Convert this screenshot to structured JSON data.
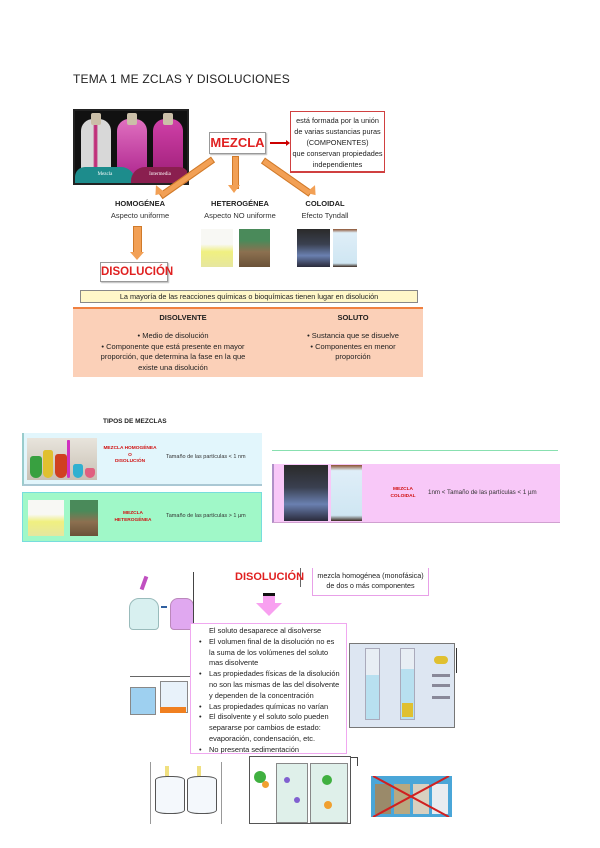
{
  "title": "TEMA 1 ME ZCLAS Y DISOLUCIONES",
  "concept_map": {
    "top_image": {
      "icon": "bottles-image",
      "labels": [
        "Mezcla",
        "Intermedia"
      ]
    },
    "mezcla": "MEZCLA",
    "definition": [
      "está formada por la unión",
      "de varias sustancias puras",
      "(COMPONENTES)",
      "que conservan propiedades",
      "independientes"
    ],
    "categories": [
      {
        "title": "HOMOGÉNEA",
        "subtitle": "Aspecto uniforme"
      },
      {
        "title": "HETEROGÉNEA",
        "subtitle": "Aspecto NO uniforme"
      },
      {
        "title": "COLOIDAL",
        "subtitle": "Efecto Tyndall"
      }
    ],
    "disolucion": "DISOLUCIÓN",
    "banner": "La mayoría de las reacciones químicas o bioquímicas tienen lugar en disolución",
    "disolvente": {
      "heading": "DISOLVENTE",
      "points": [
        "•   Medio de disolución",
        "•  Componente que está presente en mayor",
        "proporción, que determina la fase en la que",
        "existe una disolución"
      ]
    },
    "soluto": {
      "heading": "SOLUTO",
      "points": [
        "•   Sustancia que se disuelve",
        "•   Componentes en menor",
        "proporción"
      ]
    }
  },
  "tipos": {
    "title": "TIPOS DE MEZCLAS",
    "rows": [
      {
        "label": [
          "MEZCLA HOMOGÉNEA",
          "O",
          "DISOLUCIÓN"
        ],
        "text": "Tamaño de las partículas < 1 nm"
      },
      {
        "label": [
          "MEZCLA",
          "HETEROGÉNEA"
        ],
        "text": "Tamaño de las partículas > 1 µm"
      },
      {
        "label": [
          "MEZCLA",
          "COLOIDAL"
        ],
        "text": "1nm < Tamaño de las partículas < 1 µm"
      }
    ]
  },
  "disolucion_section": {
    "heading": "DISOLUCIÓN",
    "definition": [
      "mezcla homogénea (monofásica)",
      "de dos o más componentes"
    ],
    "properties": [
      {
        "text": "El soluto desaparece al disolverse",
        "bullet": false
      },
      {
        "text": "El volumen final de la disolución no es la suma de los volúmenes del soluto mas disolvente",
        "bullet": true
      },
      {
        "text": "Las propiedades físicas de la disolución no son las mismas de las del disolvente y dependen de la concentración",
        "bullet": true
      },
      {
        "text": "Las propiedades químicas no varían",
        "bullet": true
      },
      {
        "text": "El disolvente y el soluto solo pueden separarse por cambios de estado: evaporación, condensación, etc.",
        "bullet": true
      },
      {
        "text": "No presenta sedimentación",
        "bullet": true
      }
    ]
  }
}
